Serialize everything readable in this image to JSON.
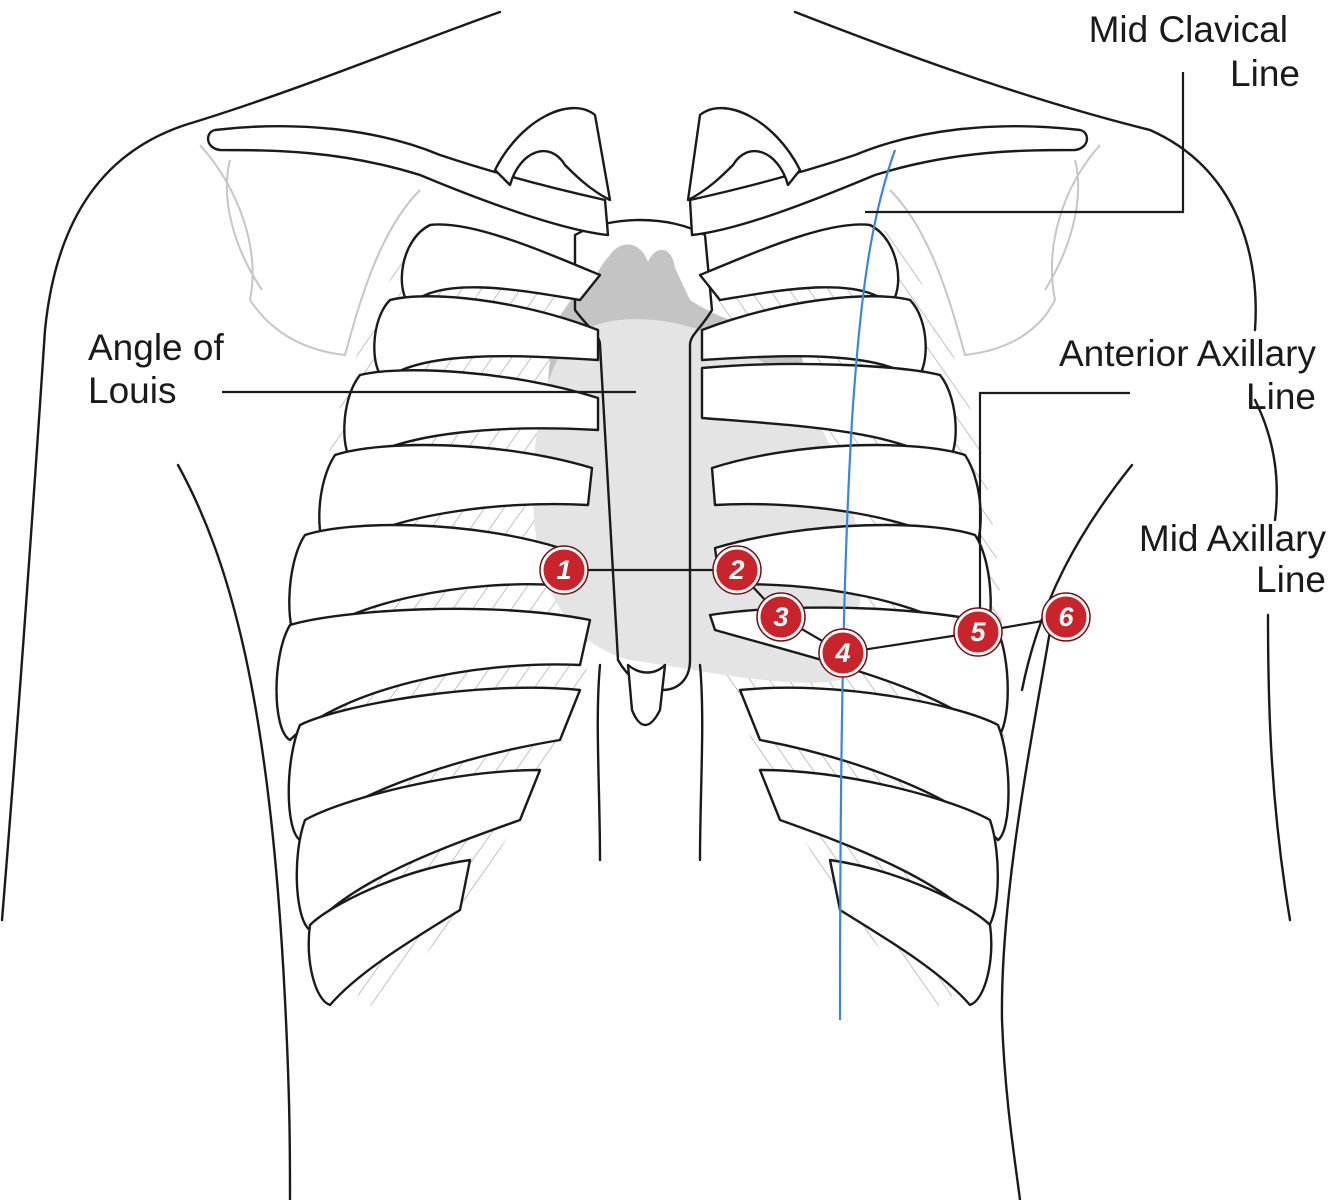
{
  "labels": {
    "mid_clavicular_line": [
      "Mid Clavical",
      "Line"
    ],
    "angle_of_louis": [
      "Angle of",
      "Louis"
    ],
    "anterior_axillary_line": [
      "Anterior Axillary",
      "Line"
    ],
    "mid_axillary_line": [
      "Mid Axillary",
      "Line"
    ]
  },
  "electrodes": [
    "1",
    "2",
    "3",
    "4",
    "5",
    "6"
  ],
  "colors": {
    "electrode": "#c8242b",
    "mid_clavicular_line": "#3b86d6",
    "heart": "#e4e4e4",
    "heart_vessels": "#c4c4c4"
  }
}
